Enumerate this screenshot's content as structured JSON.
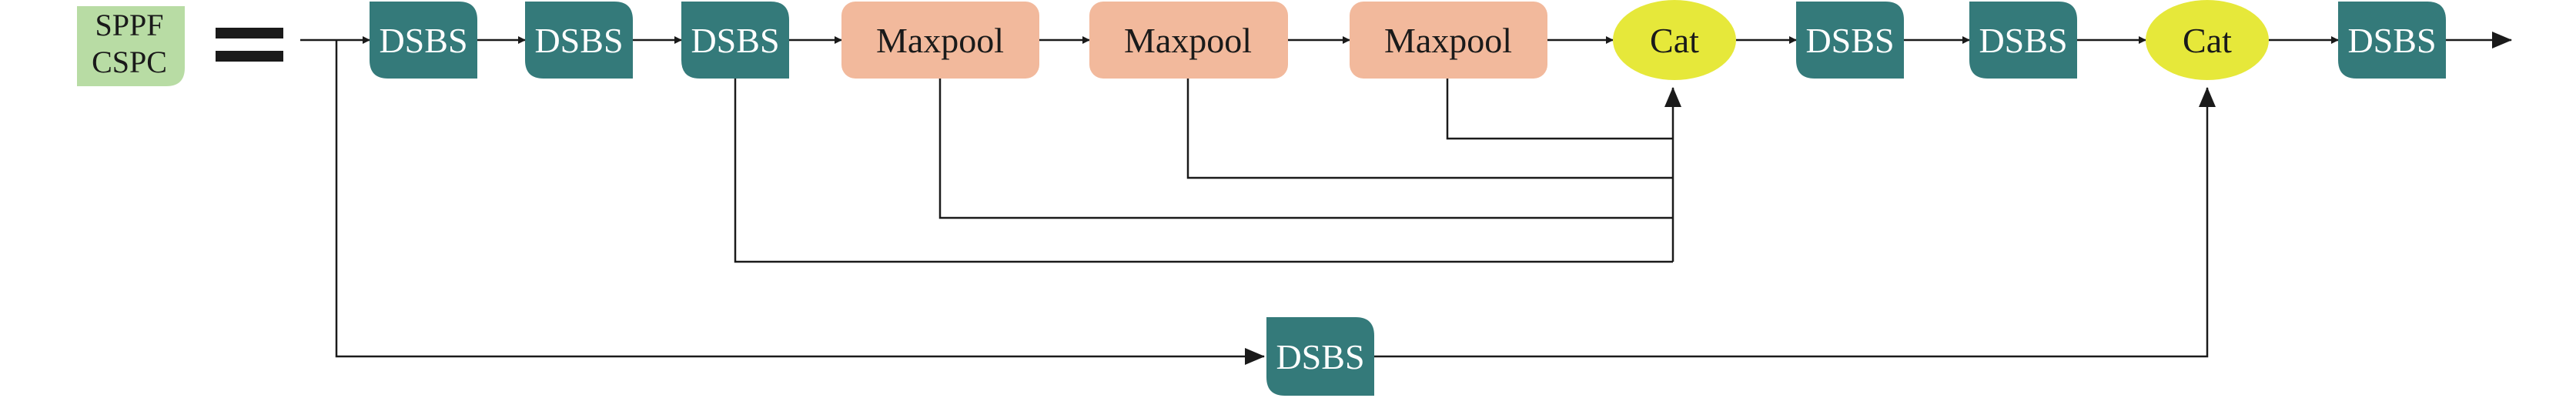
{
  "legend": {
    "line1": "SPPF",
    "line2": "CSPC",
    "color": "#b8dca4"
  },
  "colors": {
    "dsbs": "#347a7a",
    "maxpool": "#f2b99c",
    "cat": "#e6e83a",
    "line": "#1a1a1a",
    "dsbs_text": "#ffffff",
    "dark_text": "#1a1a1a"
  },
  "nodes": {
    "dsbs1": "DSBS",
    "dsbs2": "DSBS",
    "dsbs3": "DSBS",
    "maxpool1": "Maxpool",
    "maxpool2": "Maxpool",
    "maxpool3": "Maxpool",
    "cat1": "Cat",
    "dsbs4": "DSBS",
    "dsbs5": "DSBS",
    "cat2": "Cat",
    "dsbs6": "DSBS",
    "dsbs_bottom": "DSBS"
  }
}
